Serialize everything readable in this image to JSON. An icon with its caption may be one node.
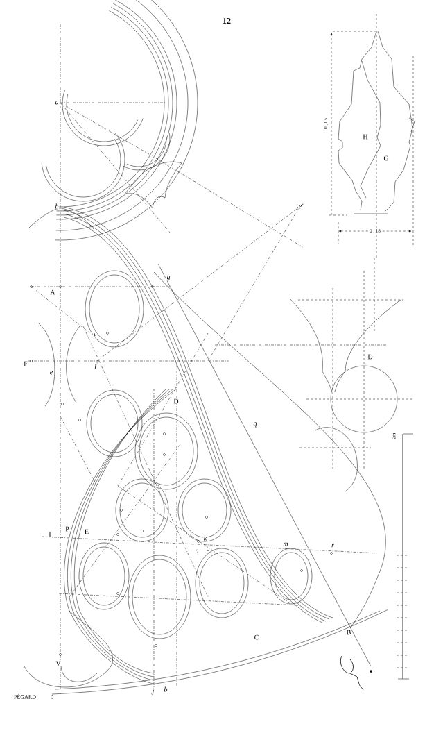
{
  "diagram": {
    "labels": [
      "12",
      "a",
      "0 , 05",
      "H",
      "G",
      "b",
      "e'",
      "0 , 18",
      "g",
      "A",
      "h",
      "D",
      "F",
      "f",
      "e",
      "D",
      "q",
      "2m",
      "P",
      "E",
      "I",
      "k",
      "m",
      "r",
      "n",
      "B",
      "C",
      "V",
      "j",
      "b",
      "PÉGARD",
      "c"
    ]
  }
}
